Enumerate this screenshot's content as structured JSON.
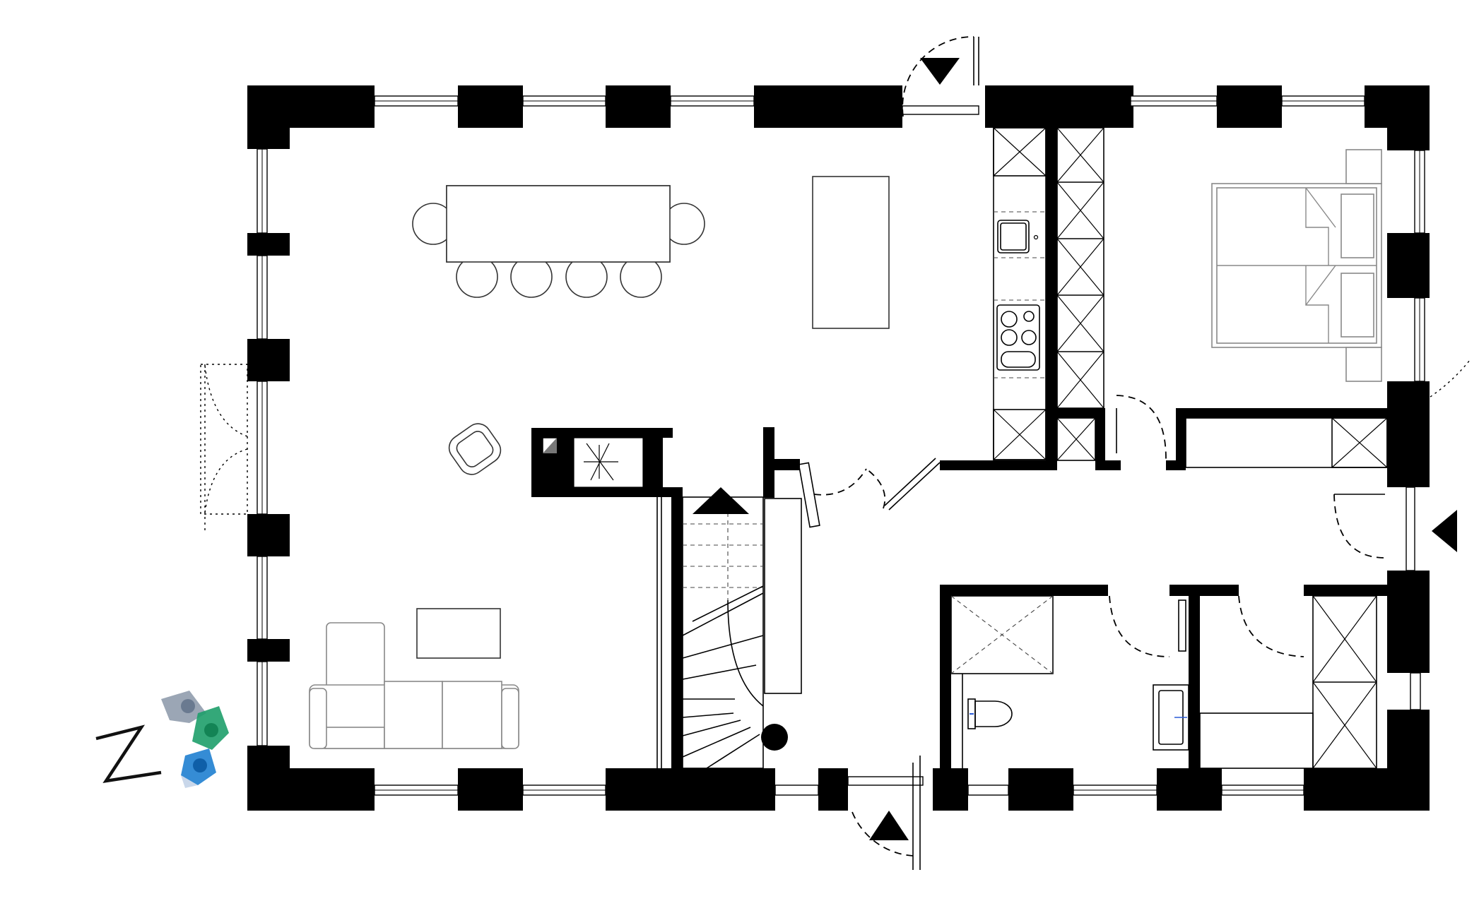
{
  "drawing": {
    "type": "floor-plan",
    "north_marker": "N",
    "logo": "hexagon-logo"
  },
  "colors": {
    "walls": "#000000",
    "background": "#ffffff",
    "logo_grey": "#8a97a8",
    "logo_green": "#1e9e6a",
    "logo_blue": "#1f7fd0"
  }
}
